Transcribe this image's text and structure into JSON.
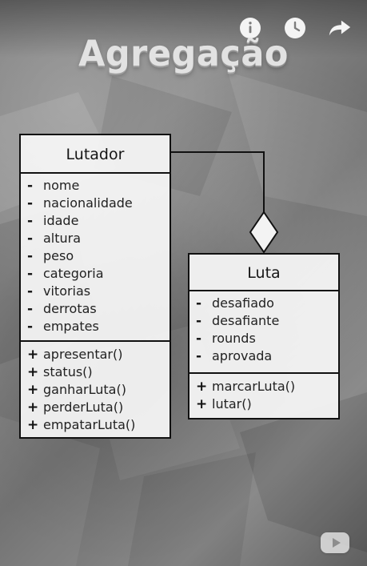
{
  "header": {
    "title": "Agregação",
    "icons": [
      "info-icon",
      "clock-icon",
      "share-icon"
    ]
  },
  "classes": {
    "lutador": {
      "name": "Lutador",
      "attributes": [
        {
          "visibility": "-",
          "name": "nome"
        },
        {
          "visibility": "-",
          "name": "nacionalidade"
        },
        {
          "visibility": "-",
          "name": "idade"
        },
        {
          "visibility": "-",
          "name": "altura"
        },
        {
          "visibility": "-",
          "name": "peso"
        },
        {
          "visibility": "-",
          "name": "categoria"
        },
        {
          "visibility": "-",
          "name": "vitorias"
        },
        {
          "visibility": "-",
          "name": "derrotas"
        },
        {
          "visibility": "-",
          "name": "empates"
        }
      ],
      "methods": [
        {
          "visibility": "+",
          "name": "apresentar()"
        },
        {
          "visibility": "+",
          "name": "status()"
        },
        {
          "visibility": "+",
          "name": "ganharLuta()"
        },
        {
          "visibility": "+",
          "name": "perderLuta()"
        },
        {
          "visibility": "+",
          "name": "empatarLuta()"
        }
      ]
    },
    "luta": {
      "name": "Luta",
      "attributes": [
        {
          "visibility": "-",
          "name": "desafiado"
        },
        {
          "visibility": "-",
          "name": "desafiante"
        },
        {
          "visibility": "-",
          "name": "rounds"
        },
        {
          "visibility": "-",
          "name": "aprovada"
        }
      ],
      "methods": [
        {
          "visibility": "+",
          "name": "marcarLuta()"
        },
        {
          "visibility": "+",
          "name": "lutar()"
        }
      ]
    }
  },
  "footer": {
    "play_icon": "play-icon"
  }
}
